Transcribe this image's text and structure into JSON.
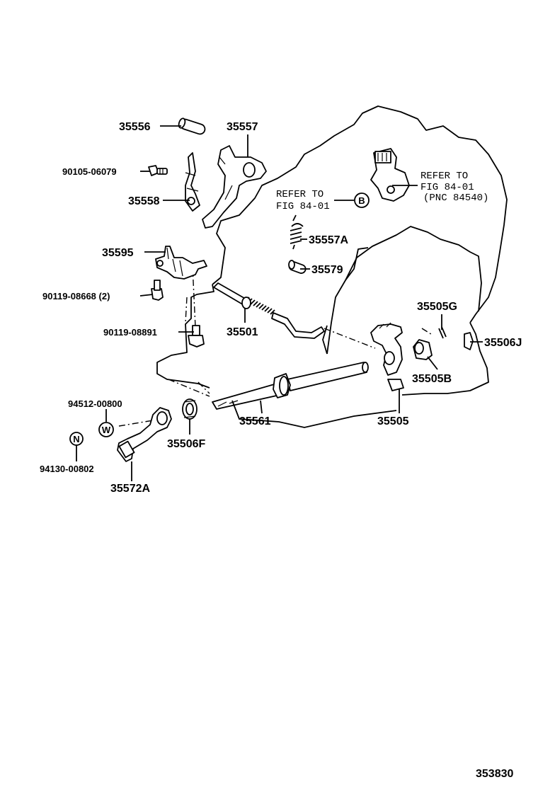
{
  "callouts": {
    "p35556": "35556",
    "p35557": "35557",
    "p90105": "90105-06079",
    "p35558": "35558",
    "p35595": "35595",
    "p90119a": "90119-08668 (2)",
    "p90119b": "90119-08891",
    "p35557A": "35557A",
    "p35579": "35579",
    "p35501": "35501",
    "p35505G": "35505G",
    "p35506J": "35506J",
    "p35505B": "35505B",
    "p35505": "35505",
    "p35561": "35561",
    "p35506F": "35506F",
    "p94512": "94512-00800",
    "p94130": "94130-00802",
    "p35572A": "35572A"
  },
  "refer_left": {
    "line1": "REFER TO",
    "line2": "FIG 84-01",
    "marker": "B"
  },
  "refer_right": {
    "line1": "REFER TO",
    "line2": "FIG 84-01",
    "line3": "(PNC 84540)"
  },
  "markers": {
    "w": "W",
    "n": "N"
  },
  "figure_number": "353830"
}
